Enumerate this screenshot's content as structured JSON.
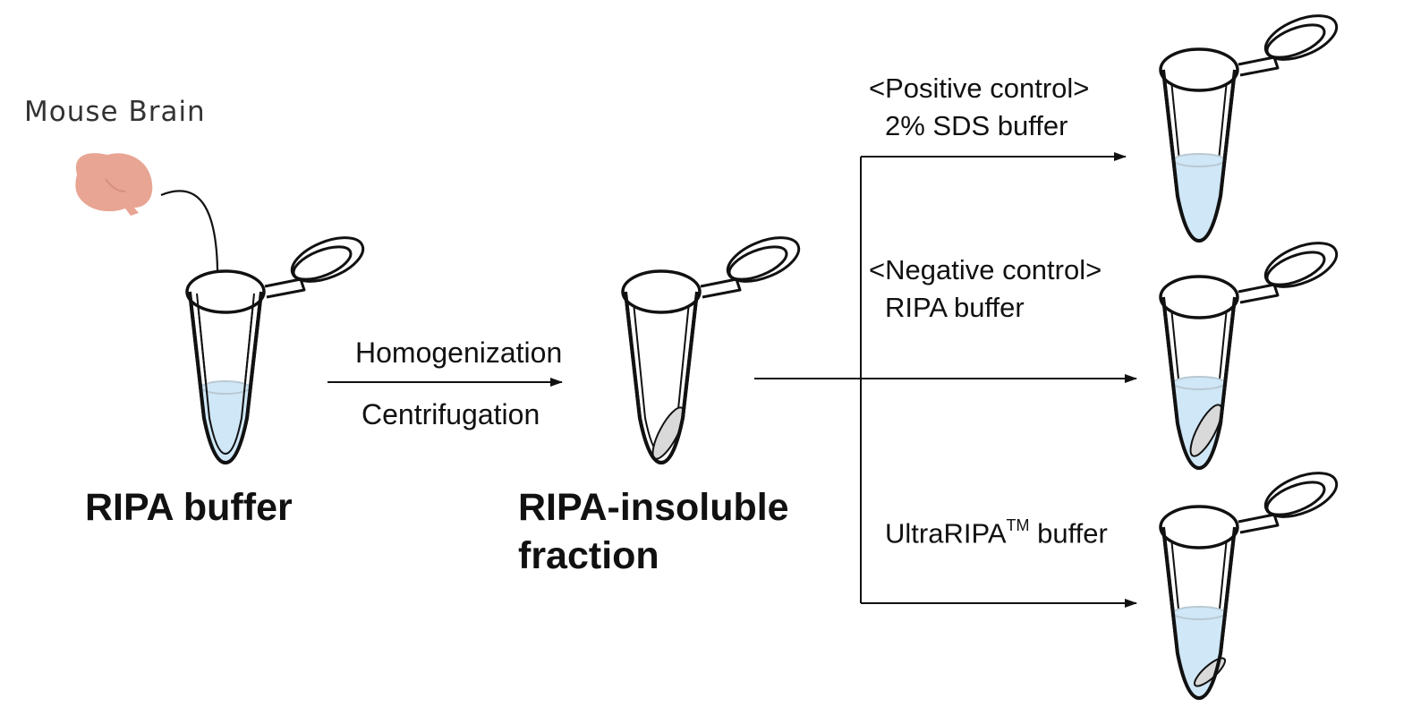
{
  "diagram": {
    "source_label": "Mouse Brain",
    "step_labels": {
      "top": "Homogenization",
      "bottom": "Centrifugation"
    },
    "tube_labels": {
      "first": "RIPA buffer",
      "second_line1": "RIPA-insoluble",
      "second_line2": "fraction"
    },
    "branches": [
      {
        "line1": "<Positive control>",
        "line2": "2% SDS buffer"
      },
      {
        "line1": "<Negative control>",
        "line2": "RIPA buffer"
      },
      {
        "line1": "UltraRIPA",
        "tm": "TM",
        "line2": "buffer"
      }
    ],
    "colors": {
      "buffer_liquid": "#cfe7f7",
      "brain_tissue": "#e8a594",
      "pellet": "#d9d9d9",
      "outline": "#111111"
    }
  }
}
